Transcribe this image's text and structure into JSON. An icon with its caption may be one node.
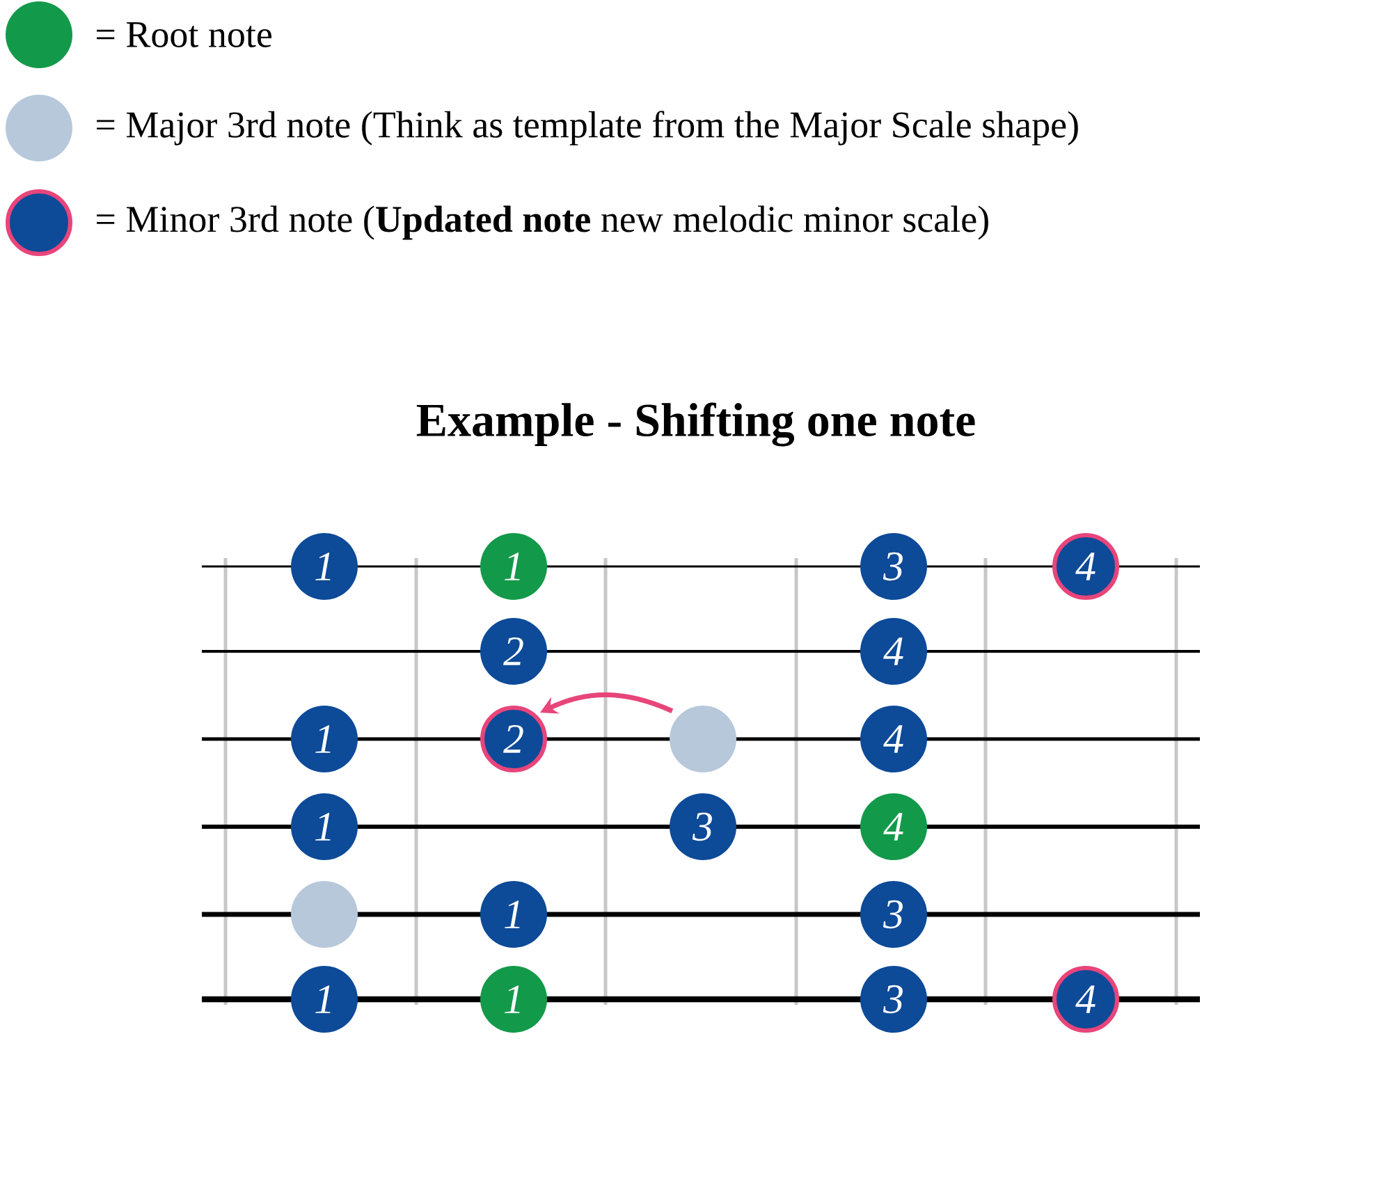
{
  "diagram": {
    "title": "Example - Shifting one note",
    "nodes": [
      {
        "text": [
          "1"
        ]
      },
      {
        "text": [
          "1"
        ]
      },
      {
        "text": [
          "3"
        ]
      },
      {
        "text": [
          "4"
        ]
      },
      {
        "text": [
          "2"
        ]
      },
      {
        "text": [
          "4"
        ]
      },
      {
        "text": [
          "1"
        ]
      },
      {
        "text": [
          "2"
        ]
      },
      {
        "text": [],
        "shape": "circle"
      },
      {
        "text": [
          "4"
        ]
      },
      {
        "text": [
          "1"
        ]
      },
      {
        "text": [
          "3"
        ]
      },
      {
        "text": [
          "4"
        ]
      },
      {
        "text": [],
        "shape": "circle"
      },
      {
        "text": [
          "1"
        ]
      },
      {
        "text": [
          "3"
        ]
      },
      {
        "text": [
          "1"
        ]
      },
      {
        "text": [
          "1"
        ]
      },
      {
        "text": [
          "3"
        ]
      },
      {
        "text": [
          "4"
        ]
      }
    ],
    "edges": [
      {
        "from": 8,
        "to": 7,
        "arrow": "to",
        "color": "#e8457a"
      }
    ],
    "legend": [
      {
        "text": "= Root note",
        "color": "#13994a"
      },
      {
        "text": "= Major 3rd note (Think as template from the Major Scale shape)",
        "color": "#b7c8db"
      },
      {
        "text": "= Minor 3rd note (**Updated note** new melodic minor scale)",
        "color": "#0d4a98"
      }
    ]
  }
}
